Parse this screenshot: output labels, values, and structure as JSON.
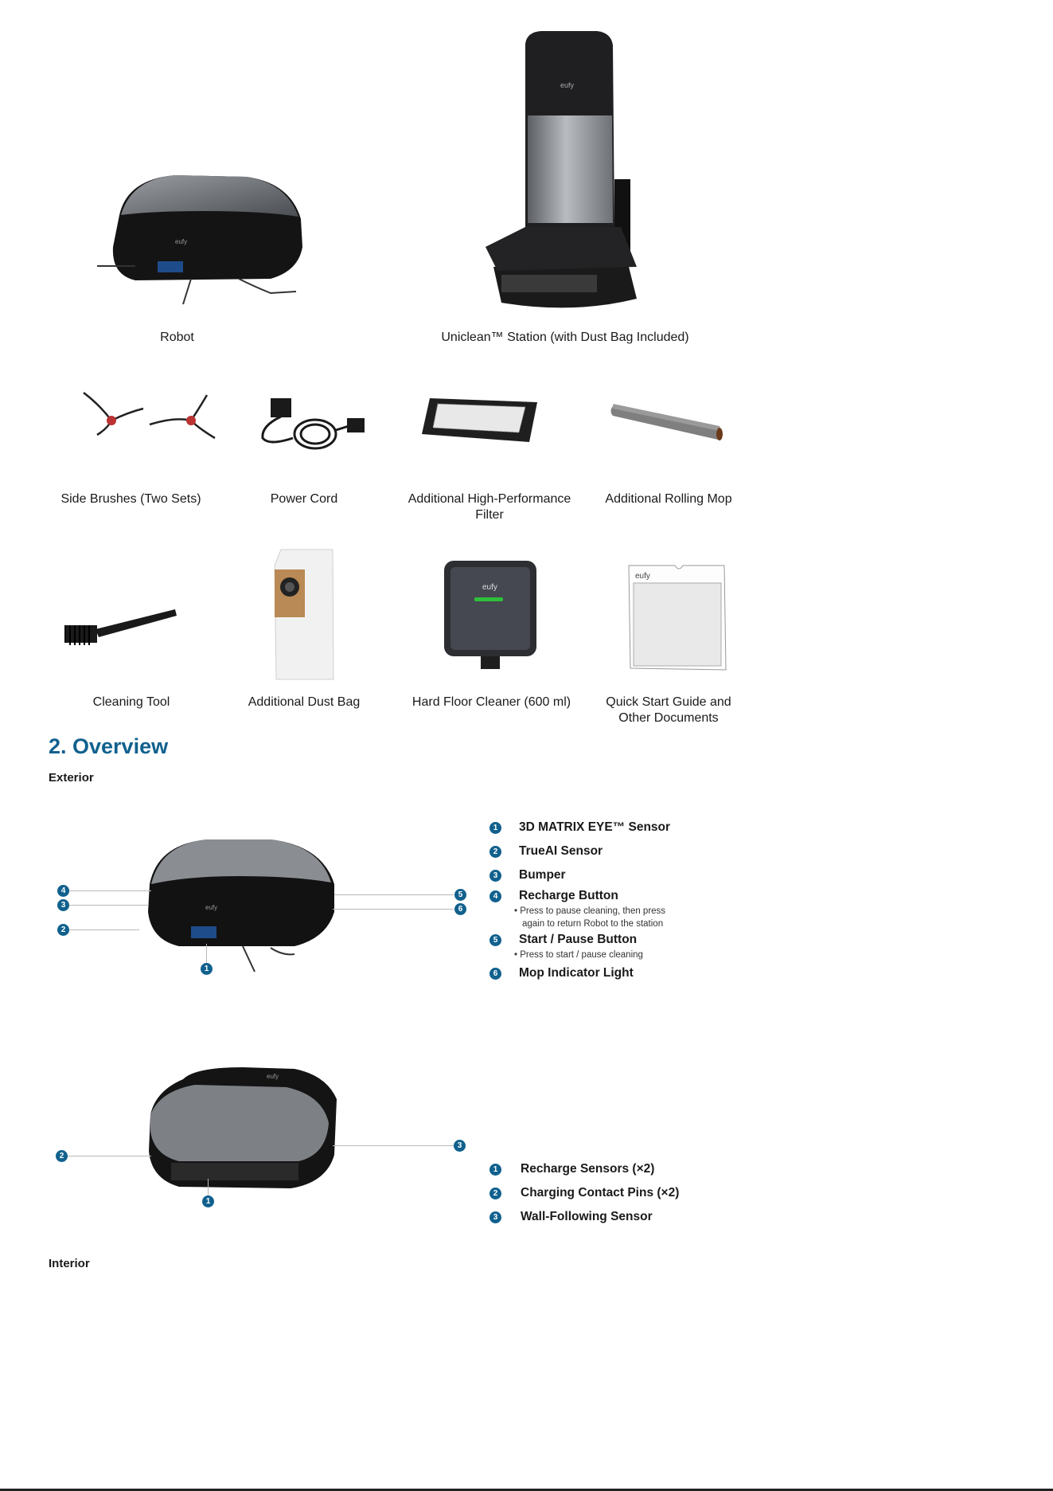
{
  "box_contents": {
    "robot": "Robot",
    "station": "Uniclean™ Station (with Dust Bag Included)",
    "side_brushes": "Side Brushes (Two Sets)",
    "power_cord": "Power Cord",
    "filter_line1": "Additional High-Performance",
    "filter_line2": "Filter",
    "rolling_mop": "Additional Rolling Mop",
    "cleaning_tool": "Cleaning Tool",
    "dust_bag": "Additional Dust Bag",
    "floor_cleaner": "Hard Floor Cleaner (600 ml)",
    "guide_line1": "Quick Start Guide and",
    "guide_line2": "Other Documents",
    "brand_logo": "eufy"
  },
  "overview": {
    "title": "2. Overview",
    "exterior": "Exterior",
    "interior": "Interior",
    "top_view_legend": [
      {
        "num": "1",
        "label": "3D MATRIX EYE™ Sensor"
      },
      {
        "num": "2",
        "label": "TrueAI Sensor"
      },
      {
        "num": "3",
        "label": "Bumper"
      },
      {
        "num": "4",
        "label": "Recharge Button",
        "sub1": "• Press to pause cleaning, then press",
        "sub2": "again to return Robot to the station"
      },
      {
        "num": "5",
        "label": "Start / Pause Button",
        "sub1": "• Press to start / pause cleaning"
      },
      {
        "num": "6",
        "label": "Mop Indicator Light"
      }
    ],
    "side_view_legend": [
      {
        "num": "1",
        "label": "Recharge Sensors (×2)"
      },
      {
        "num": "2",
        "label": "Charging Contact Pins (×2)"
      },
      {
        "num": "3",
        "label": "Wall-Following Sensor"
      }
    ]
  },
  "colors": {
    "accent": "#11618e",
    "text": "#1a1a1a"
  }
}
